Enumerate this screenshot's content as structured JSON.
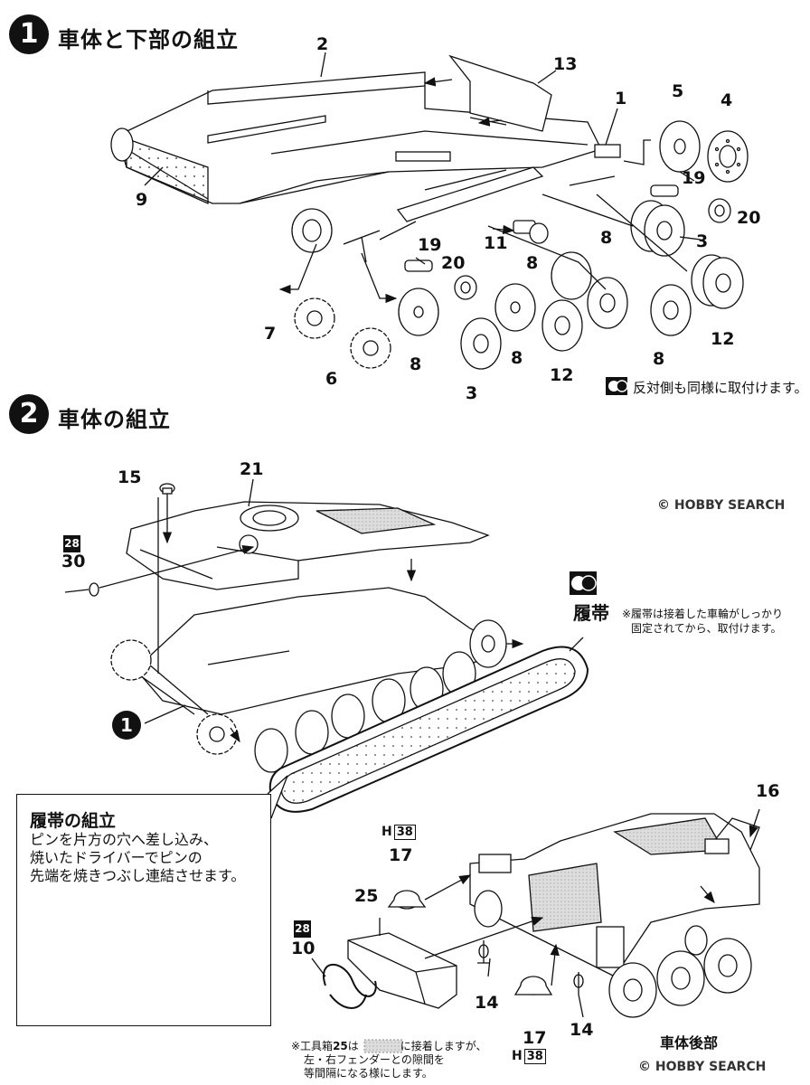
{
  "step1": {
    "badge": "1",
    "title": "車体と下部の組立"
  },
  "step2": {
    "badge": "2",
    "title": "車体の組立"
  },
  "labels": {
    "p1": "1",
    "p2": "2",
    "p3a": "3",
    "p3b": "3",
    "p4": "4",
    "p5": "5",
    "p6": "6",
    "p7": "7",
    "p8a": "8",
    "p8b": "8",
    "p8c": "8",
    "p8d": "8",
    "p8e": "8",
    "p9": "9",
    "p11": "11",
    "p12a": "12",
    "p12b": "12",
    "p13": "13",
    "p19a": "19",
    "p19b": "19",
    "p20a": "20",
    "p20b": "20",
    "p15": "15",
    "p21": "21",
    "p30": "30",
    "p16": "16",
    "p17a": "17",
    "p17b": "17",
    "p25": "25",
    "p10": "10",
    "p14a": "14",
    "p14b": "14"
  },
  "paint_refs": {
    "c28a": "28",
    "c28b": "28",
    "h38a": "38",
    "h38b": "38",
    "h_letter": "H"
  },
  "legend": {
    "both_sides": "反対側も同様に取付けます。"
  },
  "track": {
    "label": "履帯",
    "note_line1": "※履帯は接着した車輪がしっかり",
    "note_line2": "固定されてから、取付けます。"
  },
  "step1_ref": "1",
  "callout": {
    "title": "履帯の組立",
    "line1": "ピンを片方の穴へ差し込み、",
    "line2": "焼いたドライバーでピンの",
    "line3": "先端を焼きつぶし連結させます。"
  },
  "toolbox_note": {
    "line1a": "※工具箱",
    "line1b": "25",
    "line1c": "は",
    "line1d": "に接着しますが、",
    "line2": "左・右フェンダーとの隙間を",
    "line3": "等間隔になる様にします。"
  },
  "rear_caption": "車体後部",
  "watermarks": {
    "bottom": "© HOBBY SEARCH",
    "middle": "© HOBBY SEARCH"
  }
}
